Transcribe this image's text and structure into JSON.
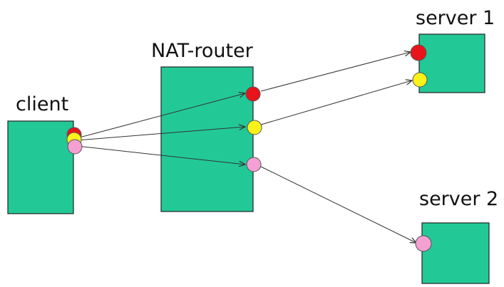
{
  "labels": {
    "client": "client",
    "router": "NAT-router",
    "server1": "server 1",
    "server2": "server 2"
  },
  "colors": {
    "box_fill": "#22c996",
    "box_stroke": "#222222",
    "port_red": "#e8141b",
    "port_yellow": "#fbf21a",
    "port_pink": "#f4a0d3",
    "arrow": "#333333"
  }
}
